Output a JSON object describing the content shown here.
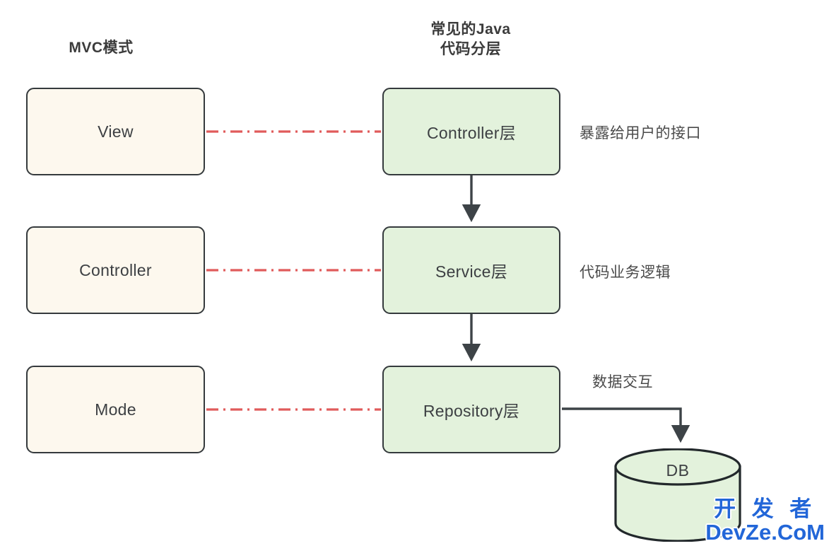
{
  "diagram": {
    "title_left": "MVC模式",
    "title_right": "常见的Java\n代码分层",
    "mvc_nodes": [
      {
        "id": "view",
        "label": "View"
      },
      {
        "id": "controller",
        "label": "Controller"
      },
      {
        "id": "mode",
        "label": "Mode"
      }
    ],
    "java_nodes": [
      {
        "id": "controller-layer",
        "label": "Controller层"
      },
      {
        "id": "service-layer",
        "label": "Service层"
      },
      {
        "id": "repository-layer",
        "label": "Repository层"
      }
    ],
    "annotations": [
      {
        "id": "controller-note",
        "label": "暴露给用户的接口"
      },
      {
        "id": "service-note",
        "label": "代码业务逻辑"
      },
      {
        "id": "db-note",
        "label": "数据交互"
      }
    ],
    "database": {
      "label": "DB"
    },
    "colors": {
      "cream_fill": "#fdf8ee",
      "green_fill": "#e3f2dc",
      "node_border": "#353a3d",
      "mapping_line": "#e05b5b",
      "flow_arrow": "#3d4347",
      "text": "#3d4043",
      "watermark": "#2266d8"
    },
    "connectors": {
      "mapping": [
        {
          "from": "view",
          "to": "controller-layer",
          "style": "dash-dot",
          "color": "#e05b5b"
        },
        {
          "from": "controller",
          "to": "service-layer",
          "style": "dash-dot",
          "color": "#e05b5b"
        },
        {
          "from": "mode",
          "to": "repository-layer",
          "style": "dash-dot",
          "color": "#e05b5b"
        }
      ],
      "flow": [
        {
          "from": "controller-layer",
          "to": "service-layer",
          "style": "solid-arrow"
        },
        {
          "from": "service-layer",
          "to": "repository-layer",
          "style": "solid-arrow"
        },
        {
          "from": "repository-layer",
          "to": "db",
          "style": "elbow-arrow"
        }
      ]
    }
  },
  "watermark": {
    "line1": "开 发 者",
    "line2": "DevZe.CoM"
  }
}
